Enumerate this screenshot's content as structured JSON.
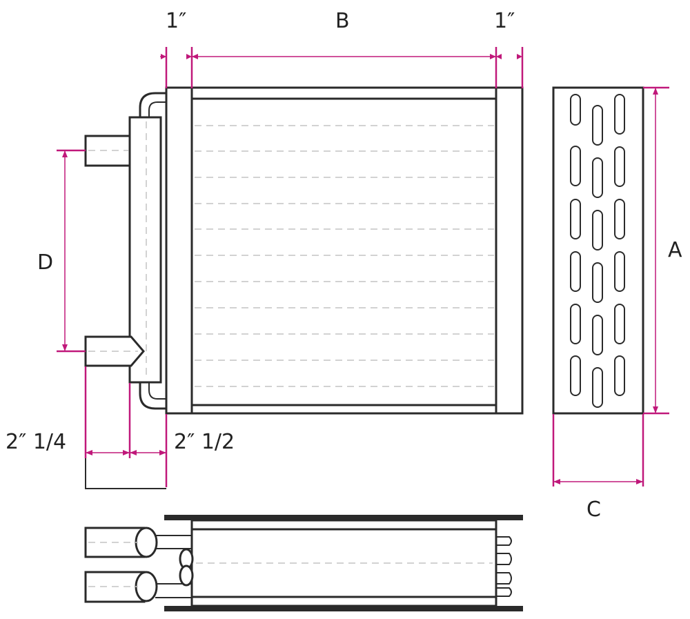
{
  "labels": {
    "left_flange": "1″",
    "right_flange": "1″",
    "width_b": "B",
    "height_a": "A",
    "depth_c": "C",
    "port_spacing_d": "D",
    "header_offset": "2″ 1/4",
    "header_depth": "2″ 1/2"
  },
  "colors": {
    "outline": "#2a2a2a",
    "dimension": "#c0187a",
    "fin_dash": "#c4c4c4"
  }
}
